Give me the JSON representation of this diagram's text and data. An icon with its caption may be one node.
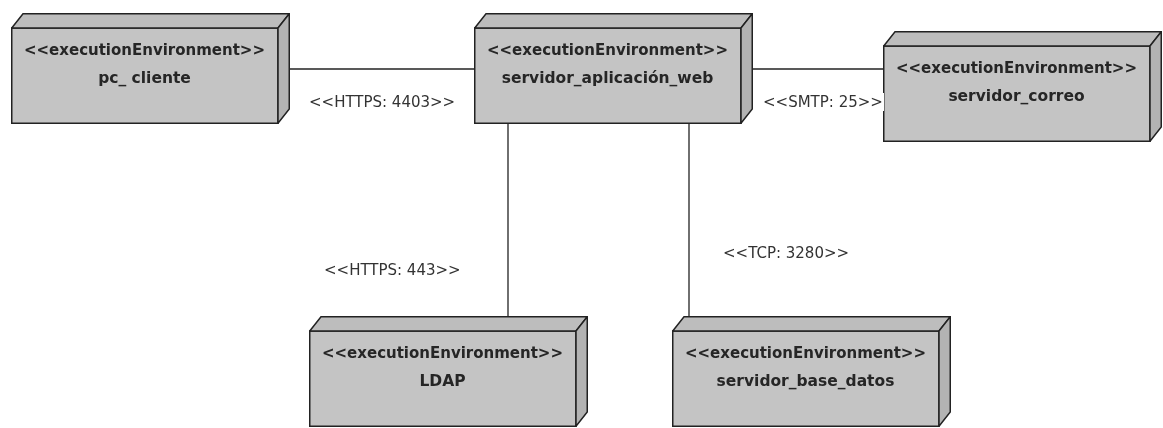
{
  "diagram": {
    "nodes": [
      {
        "text": [
          "<<executionEnvironment>>",
          "pc_ cliente"
        ]
      },
      {
        "text": [
          "<<executionEnvironment>>",
          "servidor_aplicación_web"
        ]
      },
      {
        "text": [
          "<<executionEnvironment>>",
          "servidor_correo"
        ]
      },
      {
        "text": [
          "<<executionEnvironment>>",
          "LDAP"
        ]
      },
      {
        "text": [
          "<<executionEnvironment>>",
          "servidor_base_datos"
        ]
      }
    ],
    "edges": [
      {
        "from": 0,
        "to": 1,
        "arrow": "none",
        "label": "<<HTTPS: 4403>>"
      },
      {
        "from": 1,
        "to": 2,
        "arrow": "none",
        "label": "<<SMTP: 25>>"
      },
      {
        "from": 1,
        "to": 3,
        "arrow": "none",
        "label": "<<HTTPS: 443>>"
      },
      {
        "from": 1,
        "to": 4,
        "arrow": "none",
        "label": "<<TCP: 3280>>"
      }
    ]
  }
}
